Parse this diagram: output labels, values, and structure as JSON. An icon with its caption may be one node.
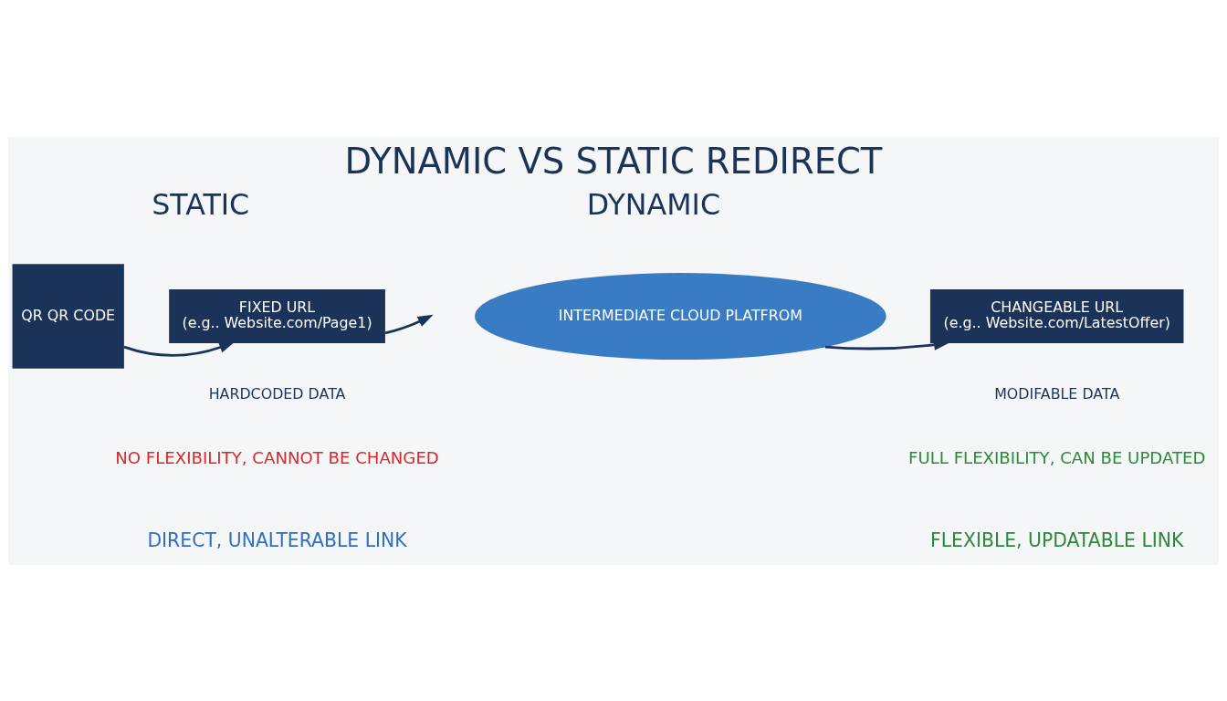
{
  "diagram": {
    "title": "DYNAMIC VS STATIC REDIRECT",
    "nodes": [
      {
        "text": [
          "QR QR CODE"
        ]
      },
      {
        "text": [
          "FIXED URL",
          "(e.g.. Website.com/Page1)"
        ],
        "beside": [
          "HARDCODED DATA",
          "NO FLEXIBILITY, CANNOT BE CHANGED"
        ]
      },
      {
        "text": [
          "INTERMEDIATE CLOUD PLATFROM"
        ]
      },
      {
        "text": [
          "CHANGEABLE URL",
          "(e.g.. Website.com/LatestOffer)"
        ],
        "beside": [
          "MODIFABLE DATA",
          "FULL FLEXIBILITY, CAN BE UPDATED"
        ]
      }
    ],
    "edges": [
      {
        "from": 0,
        "to": 1,
        "arrow": "to"
      },
      {
        "from": 1,
        "to": null,
        "arrow": "to"
      },
      {
        "from": 2,
        "to": 3,
        "arrow": "to"
      }
    ],
    "labels": [
      "STATIC",
      "DYNAMIC",
      "DIRECT, UNALTERABLE LINK",
      "FLEXIBLE, UPDATABLE LINK"
    ]
  }
}
